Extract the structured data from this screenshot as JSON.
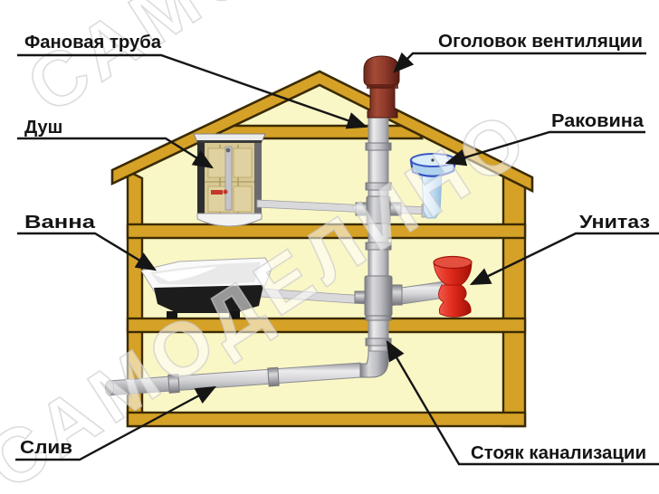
{
  "diagram": {
    "watermark_text": "САМОДЕЛИНО",
    "labels": {
      "fan_pipe": "Фановая труба",
      "vent_head": "Оголовок вентиляции",
      "shower": "Душ",
      "sink": "Раковина",
      "bath": "Ванна",
      "toilet": "Унитаз",
      "drain": "Слив",
      "sewer_riser": "Стояк канализации"
    },
    "colors": {
      "frame_fill": "#D5A227",
      "frame_outline": "#3B2A02",
      "interior_fill": "#FAF7C6",
      "pipe_gray": "#C8C8CC",
      "vent_cap_maroon": "#8E3C2B",
      "toilet_red": "#DF2A1C",
      "sink_blue": "#C3E0F4",
      "sink_rim_blue": "#2F4FBC",
      "bath_white": "#FAFAFA",
      "bath_hull_black": "#1C1C1C",
      "shower_panel_tan": "#D8C893",
      "label_black": "#141414",
      "watermark_gray": "#C9C9C9"
    }
  }
}
